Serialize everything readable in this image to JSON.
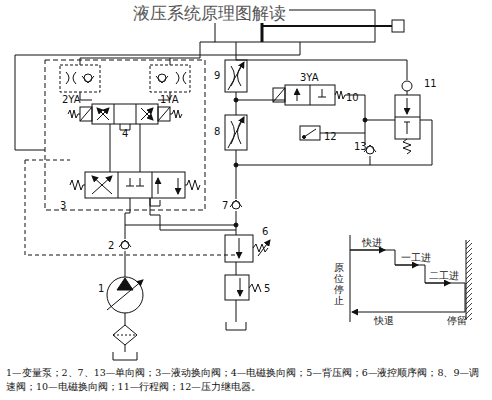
{
  "diagram": {
    "title": "液压系统原理图解读",
    "caption": "1—变量泵；2、7、13—单向阀；3—液动换向阀；4—电磁换向阀；5—背压阀；6—液控顺序阀；8、9—调速阀；10—电磁换向阀；11—行程阀；12—压力继电器。",
    "labels": [
      "2YA",
      "1YA",
      "4",
      "9",
      "3YA",
      "10",
      "11",
      "8",
      "12",
      "13",
      "3",
      "7",
      "2",
      "6",
      "1",
      "5",
      "快进",
      "一工进",
      "二工进",
      "原位停止",
      "快退",
      "停留"
    ]
  }
}
